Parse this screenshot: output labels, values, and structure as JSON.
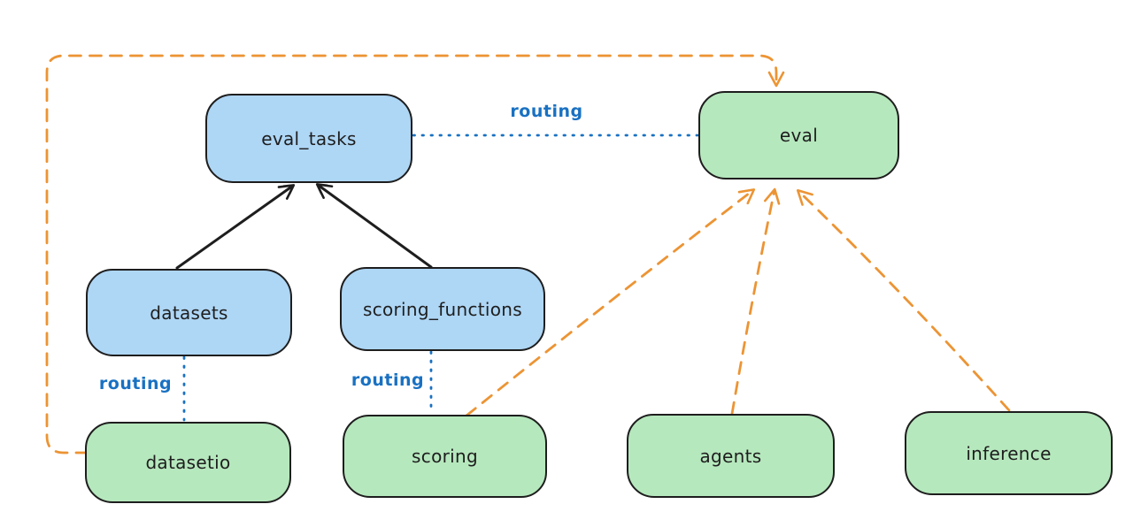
{
  "diagram": {
    "type": "architecture-routing-diagram",
    "background": "#ffffff",
    "colors": {
      "node_border": "#1e1e1e",
      "blue_node_fill": "#aed6f5",
      "green_node_fill": "#b6e8bd",
      "routing_line_blue": "#1971c2",
      "provider_arrow_orange": "#ec9434",
      "dependency_arrow_black": "#1e1e1e"
    },
    "nodes": {
      "eval_tasks": {
        "label": "eval_tasks",
        "fill": "blue"
      },
      "eval": {
        "label": "eval",
        "fill": "green"
      },
      "datasets": {
        "label": "datasets",
        "fill": "blue"
      },
      "scoring_functions": {
        "label": "scoring_functions",
        "fill": "blue"
      },
      "datasetio": {
        "label": "datasetio",
        "fill": "green"
      },
      "scoring": {
        "label": "scoring",
        "fill": "green"
      },
      "agents": {
        "label": "agents",
        "fill": "green"
      },
      "inference": {
        "label": "inference",
        "fill": "green"
      }
    },
    "connections": [
      {
        "from": "datasets",
        "to": "eval_tasks",
        "style": "solid-black-arrow",
        "label": ""
      },
      {
        "from": "scoring_functions",
        "to": "eval_tasks",
        "style": "solid-black-arrow",
        "label": ""
      },
      {
        "from": "eval_tasks",
        "to": "eval",
        "style": "dotted-blue",
        "label": "routing"
      },
      {
        "from": "datasets",
        "to": "datasetio",
        "style": "dotted-blue",
        "label": "routing"
      },
      {
        "from": "scoring_functions",
        "to": "scoring",
        "style": "dotted-blue",
        "label": "routing"
      },
      {
        "from": "datasetio",
        "to": "eval",
        "style": "dashed-orange-arrow",
        "label": ""
      },
      {
        "from": "scoring",
        "to": "eval",
        "style": "dashed-orange-arrow",
        "label": ""
      },
      {
        "from": "agents",
        "to": "eval",
        "style": "dashed-orange-arrow",
        "label": ""
      },
      {
        "from": "inference",
        "to": "eval",
        "style": "dashed-orange-arrow",
        "label": ""
      }
    ]
  }
}
